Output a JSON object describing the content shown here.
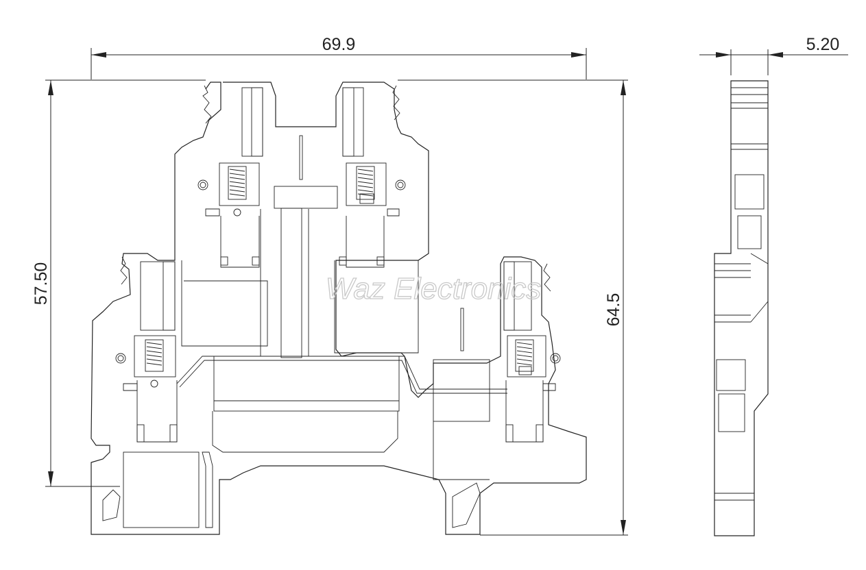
{
  "dimensions": {
    "width": "69.9",
    "height_inner": "57.50",
    "height_total": "64.5",
    "thickness": "5.20"
  },
  "watermark": {
    "text": "Waz Electronics"
  }
}
